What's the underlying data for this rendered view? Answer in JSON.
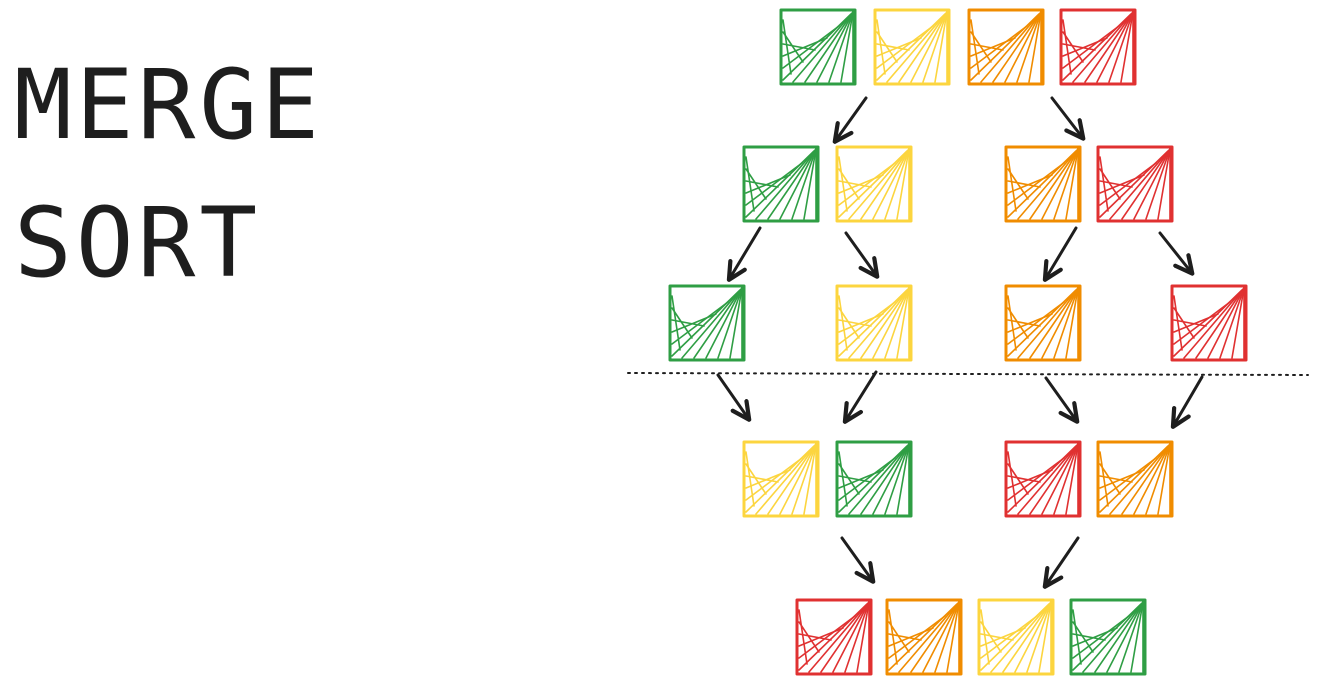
{
  "title": {
    "line1": "MERGE",
    "line2": "SORT"
  },
  "colors": {
    "green": "#2f9e44",
    "yellow": "#fcd53f",
    "orange": "#f08c00",
    "red": "#e03131",
    "ink": "#1e1e1e"
  },
  "levels": [
    [
      "green",
      "yellow",
      "orange",
      "red"
    ],
    [
      "green",
      "yellow",
      "orange",
      "red"
    ],
    [
      "green",
      "yellow",
      "orange",
      "red"
    ],
    [
      "yellow",
      "green",
      "red",
      "orange"
    ],
    [
      "red",
      "orange",
      "yellow",
      "green"
    ]
  ]
}
